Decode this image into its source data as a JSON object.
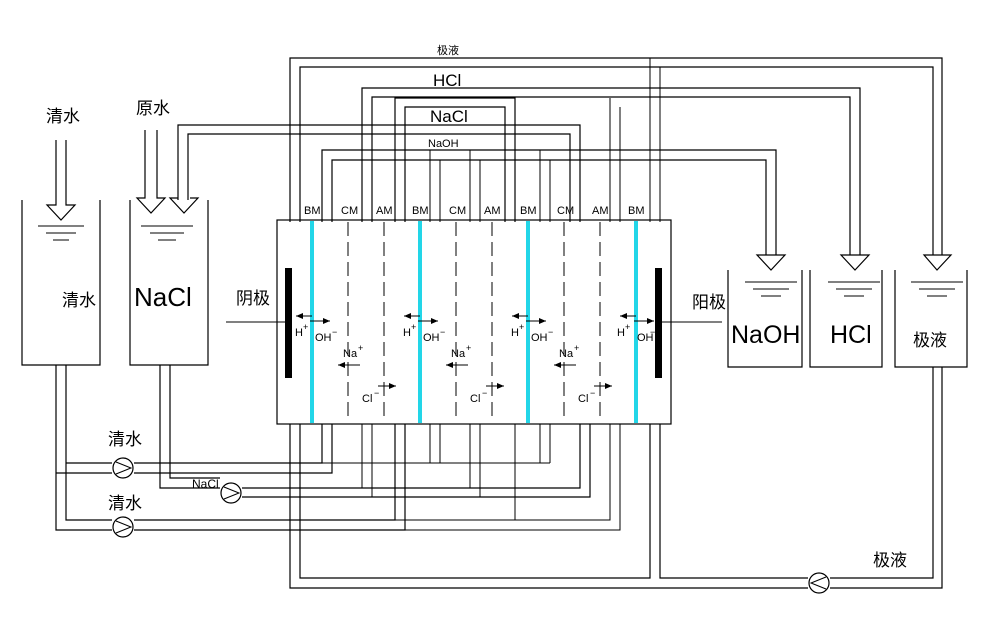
{
  "labels": {
    "top_pole_liquid": "极液",
    "hcl_top": "HCl",
    "nacl_top": "NaCl",
    "naoh_top": "NaOH",
    "clear_water_in": "清水",
    "raw_water_in": "原水",
    "tank_clear_water": "清水",
    "tank_nacl": "NaCl",
    "cathode": "阴极",
    "anode": "阳极",
    "tank_naoh": "NaOH",
    "tank_hcl": "HCl",
    "tank_pole_liquid": "极液",
    "pump_clear_water_1": "清水",
    "pump_nacl": "NaCl",
    "pump_clear_water_2": "清水",
    "pump_pole_liquid": "极液"
  },
  "membranes": [
    "BM",
    "CM",
    "AM",
    "BM",
    "CM",
    "AM",
    "BM",
    "CM",
    "AM",
    "BM"
  ],
  "ions": {
    "h": "H",
    "plus": "+",
    "oh": "OH",
    "minus": "−",
    "na": "Na",
    "cl": "Cl"
  },
  "colors": {
    "bipolar_membrane": "#22d6e8",
    "line": "#000000"
  }
}
